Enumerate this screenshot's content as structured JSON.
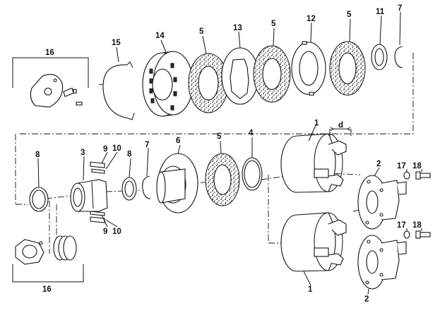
{
  "callouts": {
    "c1_top": "1",
    "c1_bottom": "1",
    "c2_top": "2",
    "c2_bottom": "2",
    "c3": "3",
    "c4": "4",
    "c5_a": "5",
    "c5_b": "5",
    "c5_c": "5",
    "c5_d": "5",
    "c6": "6",
    "c7_top": "7",
    "c7_mid": "7",
    "c8_left": "8",
    "c8_mid": "8",
    "c9_top": "9",
    "c9_bottom": "9",
    "c10_top": "10",
    "c10_bottom": "10",
    "c11": "11",
    "c12": "12",
    "c13": "13",
    "c14": "14",
    "c15": "15",
    "c16_top": "16",
    "c16_bottom": "16",
    "c17_top": "17",
    "c17_bottom": "17",
    "c18_top": "18",
    "c18_bottom": "18",
    "dimension_d": "d"
  }
}
